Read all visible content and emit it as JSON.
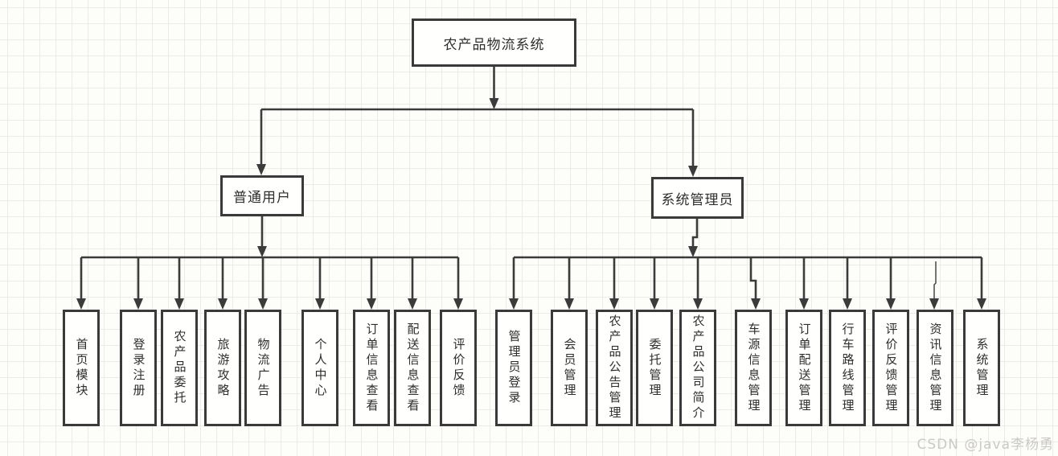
{
  "diagram": {
    "root": {
      "label": "农产品物流系统"
    },
    "branches": [
      {
        "label": "普通用户",
        "children": [
          "首页模块",
          "登录注册",
          "农产品委托",
          "旅游攻略",
          "物流广告",
          "个人中心",
          "订单信息查看",
          "配送信息查看",
          "评价反馈"
        ]
      },
      {
        "label": "系统管理员",
        "children": [
          "管理员登录",
          "会员管理",
          "农产品公告管理",
          "委托管理",
          "农产品公司简介",
          "车源信息管理",
          "订单配送管理",
          "行车路线管理",
          "评价反馈管理",
          "资讯信息管理",
          "系统管理"
        ]
      }
    ]
  },
  "watermark": "CSDN @java李杨勇",
  "colors": {
    "line": "#3b3b3b",
    "box_border": "#3a3a3a",
    "box_fill": "#fffffe",
    "text": "#2e2e2e",
    "grid_line": "#ebebe7",
    "background": "#fdfdfa",
    "watermark": "#cbc9c6"
  }
}
